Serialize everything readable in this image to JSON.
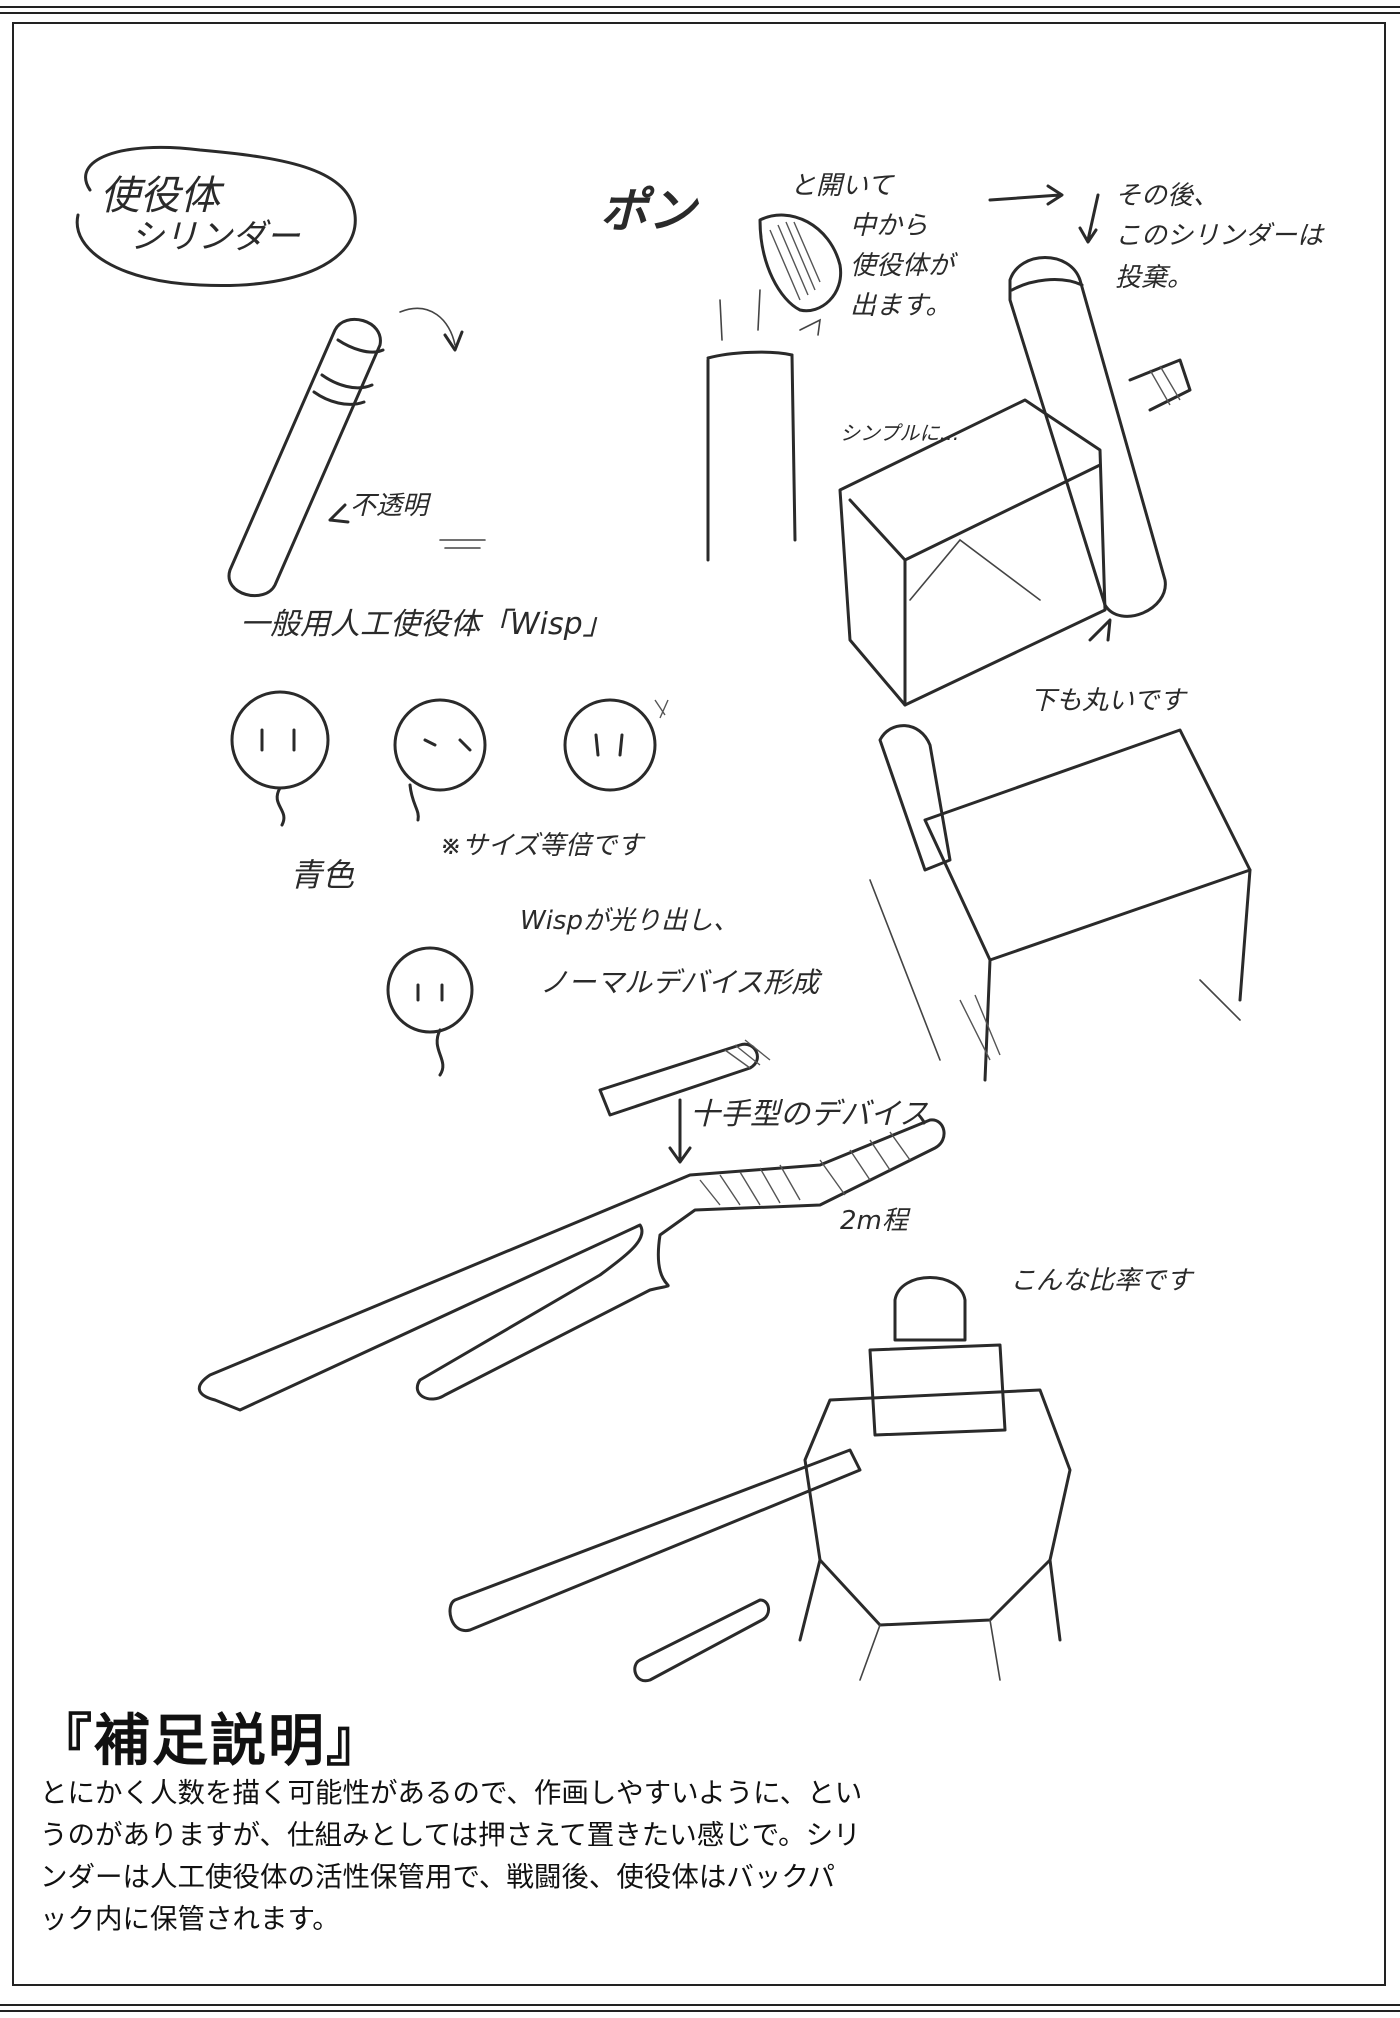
{
  "sketch_notes": {
    "cylinder_title_1": "使役体",
    "cylinder_title_2": "シリンダー",
    "opaque": "不透明",
    "pop": "ポン",
    "open_note_1": "と開いて",
    "open_note_2": "中から",
    "open_note_3": "使役体が",
    "open_note_4": "出ます。",
    "after_1": "その後、",
    "after_2": "このシリンダーは",
    "after_3": "投棄。",
    "simple": "シンプルに…",
    "bottom_round": "下も丸いです",
    "wisp_title": "一般用人工使役体「Wisp」",
    "blue": "青色",
    "size_note": "※サイズ等倍です",
    "wisp_glow_1": "Wispが光り出し、",
    "wisp_glow_2": "ノーマルデバイス形成",
    "cross_device": "十手型のデバイス",
    "two_m": "2m程",
    "ratio": "こんな比率です"
  },
  "section": {
    "heading": "『補足説明』",
    "lines": [
      "とにかく人数を描く可能性があるので、作画しやすいように、とい",
      "うのがありますが、仕組みとしては押さえて置きたい感じで。シリ",
      "ンダーは人工使役体の活性保管用で、戦闘後、使役体はバックパ",
      "ック内に保管されます。"
    ]
  }
}
